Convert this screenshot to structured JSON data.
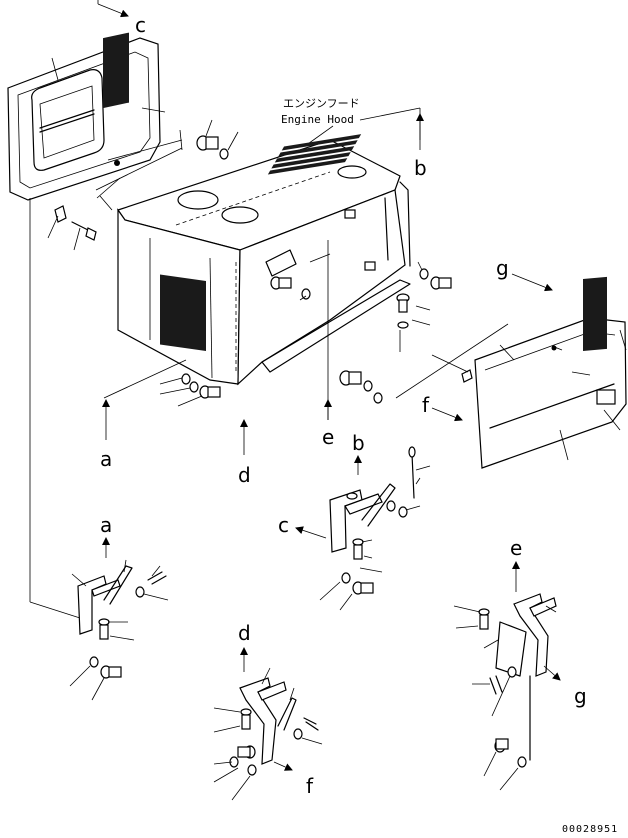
{
  "title_jp": "エンジンフード",
  "title_en": "Engine Hood",
  "part_code": "00028951",
  "callouts": {
    "a1": "a",
    "a2": "a",
    "b1": "b",
    "b2": "b",
    "c1": "c",
    "c2": "c",
    "d1": "d",
    "d2": "d",
    "e1": "e",
    "e2": "e",
    "f1": "f",
    "f2": "f",
    "g1": "g",
    "g2": "g"
  }
}
